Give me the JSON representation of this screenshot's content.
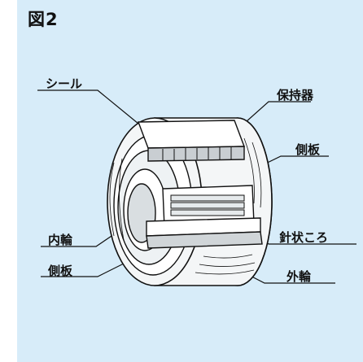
{
  "figure": {
    "title": "図2"
  },
  "labels": {
    "seal": "シール",
    "cage": "保持器",
    "side_plate_right": "側板",
    "inner_ring": "内輪",
    "needle_roller": "針状ころ",
    "side_plate_left": "側板",
    "outer_ring": "外輪"
  },
  "colors": {
    "background": "#d7ecf9",
    "ink": "#111111",
    "metal": "#f4f6f7"
  }
}
